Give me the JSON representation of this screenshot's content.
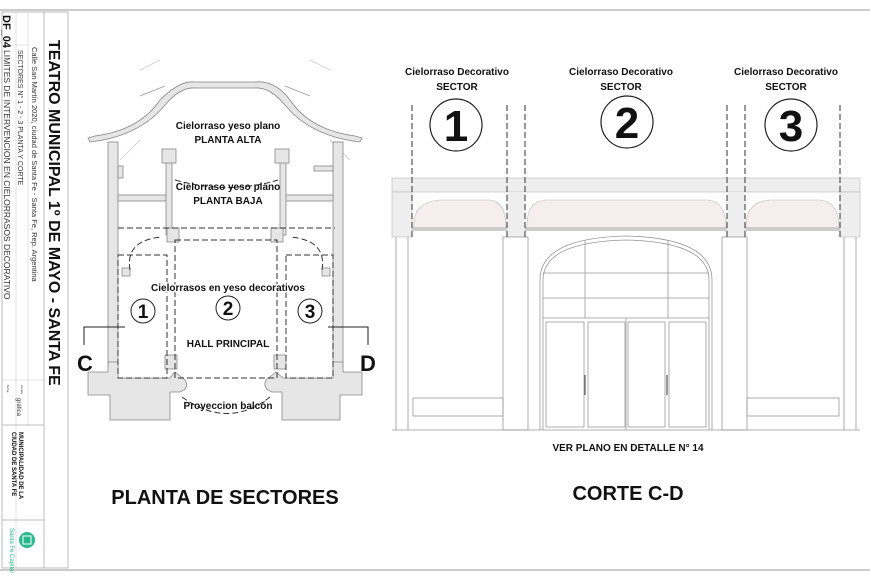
{
  "title_block": {
    "sheet_code": "DF_04",
    "sheet_title": "LIMITES DE INTERVENCION EN CIELORRASOS DECORATIVO",
    "sheet_subtitle": "SECTORES N° 1 - 2 - 3  PLANTA Y CORTE",
    "address": "Calle San Martín 2020, ciudad de Santa Fe - Santa Fe, Rep. Argentina",
    "project": "TEATRO MUNICIPAL 1º DE MAYO - SANTA FE",
    "scale_label": "gráfica",
    "scale_small": "escala",
    "date_small": "fecha",
    "municipality_line1": "MUNICIPALIDAD DE LA",
    "municipality_line2": "CIUDAD DE SANTA FE",
    "logo_text": "Santa Fe Capital",
    "logo_color": "#2bb88f"
  },
  "plan": {
    "upper_label1": "Cielorraso yeso plano",
    "upper_label2": "PLANTA ALTA",
    "lower_label1": "Cielorraso yeso plano",
    "lower_label2": "PLANTA BAJA",
    "decorative_label": "Cielorrasos en yeso  decorativos",
    "sectors": [
      "1",
      "2",
      "3"
    ],
    "hall_label": "HALL PRINCIPAL",
    "cut_start": "C",
    "cut_end": "D",
    "balcony_label": "Proyeccion balcón",
    "title": "PLANTA DE SECTORES"
  },
  "section": {
    "sectors": [
      {
        "label1": "Cielorraso Decorativo",
        "label2": "SECTOR",
        "number": "1"
      },
      {
        "label1": "Cielorraso Decorativo",
        "label2": "SECTOR",
        "number": "2"
      },
      {
        "label1": "Cielorraso Decorativo",
        "label2": "SECTOR",
        "number": "3"
      }
    ],
    "note": "VER PLANO EN DETALLE N° 14",
    "title": "CORTE C-D"
  }
}
